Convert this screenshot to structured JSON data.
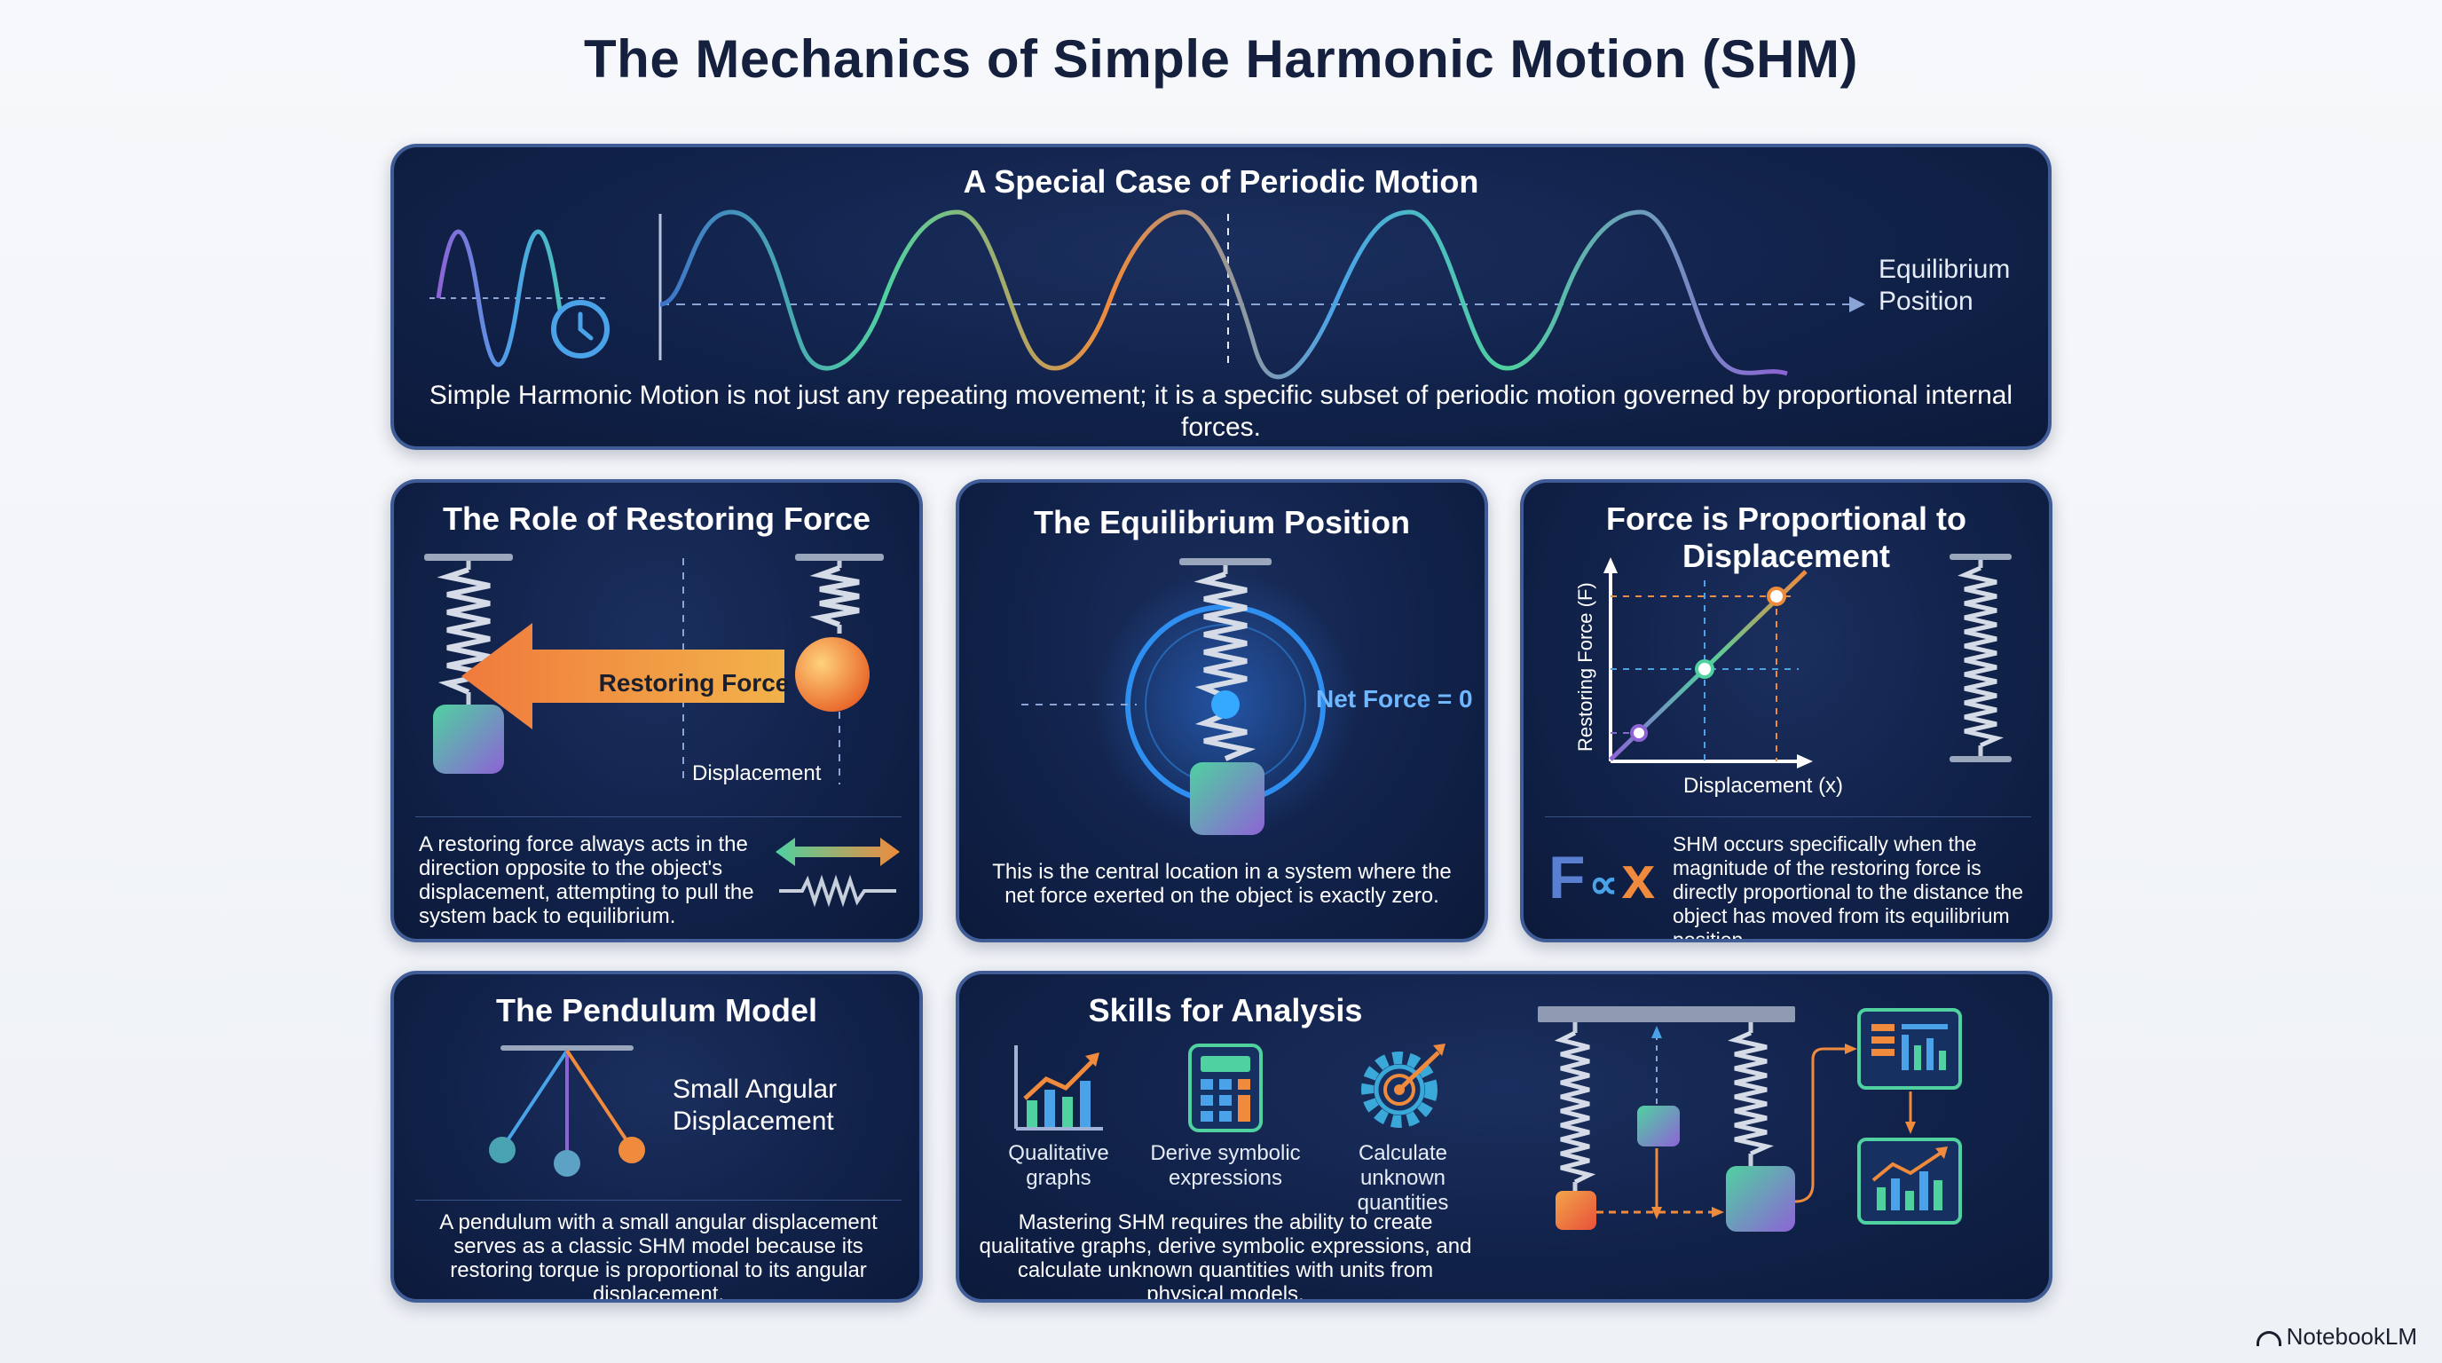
{
  "title": "The Mechanics of Simple Harmonic Motion (SHM)",
  "periodic": {
    "title": "A Special Case of Periodic Motion",
    "equilibrium_label_line1": "Equilibrium",
    "equilibrium_label_line2": "Position",
    "description": "Simple Harmonic Motion is not just any repeating movement; it is a specific subset of periodic motion governed by proportional internal forces."
  },
  "restoring": {
    "title": "The Role of Restoring Force",
    "arrow_label": "Restoring Force",
    "displacement_label": "Displacement",
    "description": "A restoring force always acts in the direction opposite to the object's displacement, attempting to pull the system back to equilibrium."
  },
  "equilibrium": {
    "title": "The Equilibrium Position",
    "net_force_label": "Net Force = 0",
    "description": "This is the central location in a system where the net force exerted on the object is exactly zero."
  },
  "proportional": {
    "title": "Force is Proportional to Displacement",
    "y_axis_label": "Restoring Force (F)",
    "x_axis_label": "Displacement (x)",
    "formula_f": "F",
    "formula_prop": "∝",
    "formula_x": "x",
    "description": "SHM occurs specifically when the magnitude of the restoring force is directly proportional to the distance the object has moved from its equilibrium position."
  },
  "pendulum": {
    "title": "The Pendulum Model",
    "label_line1": "Small Angular",
    "label_line2": "Displacement",
    "description": "A pendulum with a small angular displacement serves as a classic SHM model because its restoring torque is proportional to its angular displacement."
  },
  "skills": {
    "title": "Skills for Analysis",
    "items": [
      {
        "line1": "Qualitative",
        "line2": "graphs",
        "icon": "line-chart-icon"
      },
      {
        "line1": "Derive symbolic",
        "line2": "expressions",
        "icon": "calculator-icon"
      },
      {
        "line1": "Calculate unknown",
        "line2": "quantities",
        "icon": "gear-target-icon"
      }
    ],
    "description": "Mastering SHM requires the ability to create qualitative graphs, derive symbolic expressions, and calculate unknown quantities with units from physical models."
  },
  "footer": {
    "brand": "NotebookLM"
  },
  "colors": {
    "card_bg": "#11224a",
    "card_border": "#3f5c96",
    "accent_orange": "#f08a3c",
    "accent_green": "#4fd1a0",
    "accent_blue": "#4aa3e8",
    "accent_purple": "#8d63d6"
  }
}
